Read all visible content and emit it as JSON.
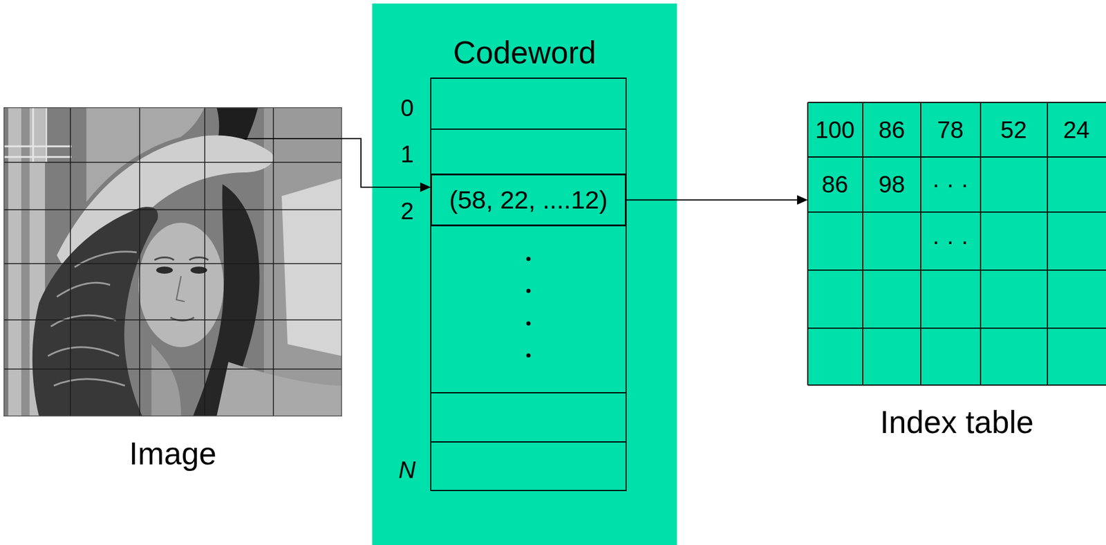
{
  "diagram": {
    "nodes": [
      {
        "text": [
          "Image"
        ]
      },
      {
        "text": [
          "Codeword"
        ]
      },
      {
        "text": [
          "(58, 22, ....12)"
        ],
        "in": 1
      },
      {
        "text": [
          "Index table"
        ]
      }
    ],
    "edges": [
      {
        "from": 0,
        "to": 2,
        "arrow": "to"
      },
      {
        "from": 2,
        "to": 3,
        "arrow": "to"
      }
    ],
    "labels": [
      "0",
      "1",
      "2",
      "N",
      "100",
      "86",
      "78",
      "52",
      "24",
      "86",
      "98",
      "· · ·",
      "· · ·"
    ]
  }
}
